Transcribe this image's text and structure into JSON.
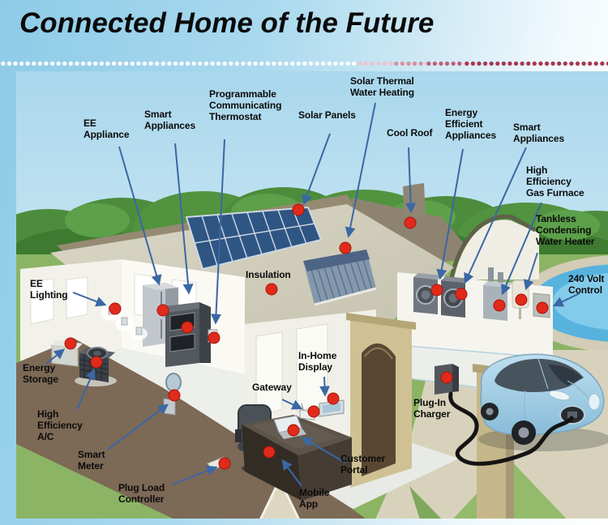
{
  "header": {
    "title": "Connected Home of the Future"
  },
  "diagram": {
    "labels": [
      {
        "id": "ee-appliance",
        "text": "EE\nAppliance"
      },
      {
        "id": "smart-appliances-left",
        "text": "Smart\nAppliances"
      },
      {
        "id": "programmable-communicating-thermostat",
        "text": "Programmable\nCommunicating\nThermostat"
      },
      {
        "id": "solar-panels",
        "text": "Solar Panels"
      },
      {
        "id": "solar-thermal-water-heating",
        "text": "Solar Thermal\nWater Heating"
      },
      {
        "id": "cool-roof",
        "text": "Cool Roof"
      },
      {
        "id": "energy-efficient-appliances",
        "text": "Energy\nEfficient\nAppliances"
      },
      {
        "id": "smart-appliances-right",
        "text": "Smart\nAppliances"
      },
      {
        "id": "high-efficiency-gas-furnace",
        "text": "High\nEfficiency\nGas Furnace"
      },
      {
        "id": "tankless-condensing-water-heater",
        "text": "Tankless\nCondensing\nWater Heater"
      },
      {
        "id": "240-volt-control",
        "text": "240 Volt\nControl"
      },
      {
        "id": "ee-lighting",
        "text": "EE\nLighting"
      },
      {
        "id": "insulation",
        "text": "Insulation"
      },
      {
        "id": "energy-storage",
        "text": "Energy\nStorage"
      },
      {
        "id": "high-efficiency-ac",
        "text": "High\nEfficiency\nA/C"
      },
      {
        "id": "smart-meter",
        "text": "Smart\nMeter"
      },
      {
        "id": "plug-load-controller",
        "text": "Plug Load\nController"
      },
      {
        "id": "gateway",
        "text": "Gateway"
      },
      {
        "id": "in-home-display",
        "text": "In-Home\nDisplay"
      },
      {
        "id": "customer-portal",
        "text": "Customer\nPortal"
      },
      {
        "id": "mobile-app",
        "text": "Mobile\nApp"
      },
      {
        "id": "plug-in-charger",
        "text": "Plug-In\nCharger"
      }
    ],
    "colors": {
      "arrow_blue": "#3a67a5",
      "marker_red": "#e02a1c",
      "header_blue": "#9ad2ec",
      "divider_maroon": "#a83551",
      "sky_blue": "#bfe2f2",
      "lawn_green": "#8cb465",
      "roof_tan": "#cfccba",
      "cool_roof_brown": "#8e8370",
      "pool_blue": "#57b2de",
      "car_blue": "#b4d9ec",
      "dirt_brown": "#7c6956"
    }
  }
}
